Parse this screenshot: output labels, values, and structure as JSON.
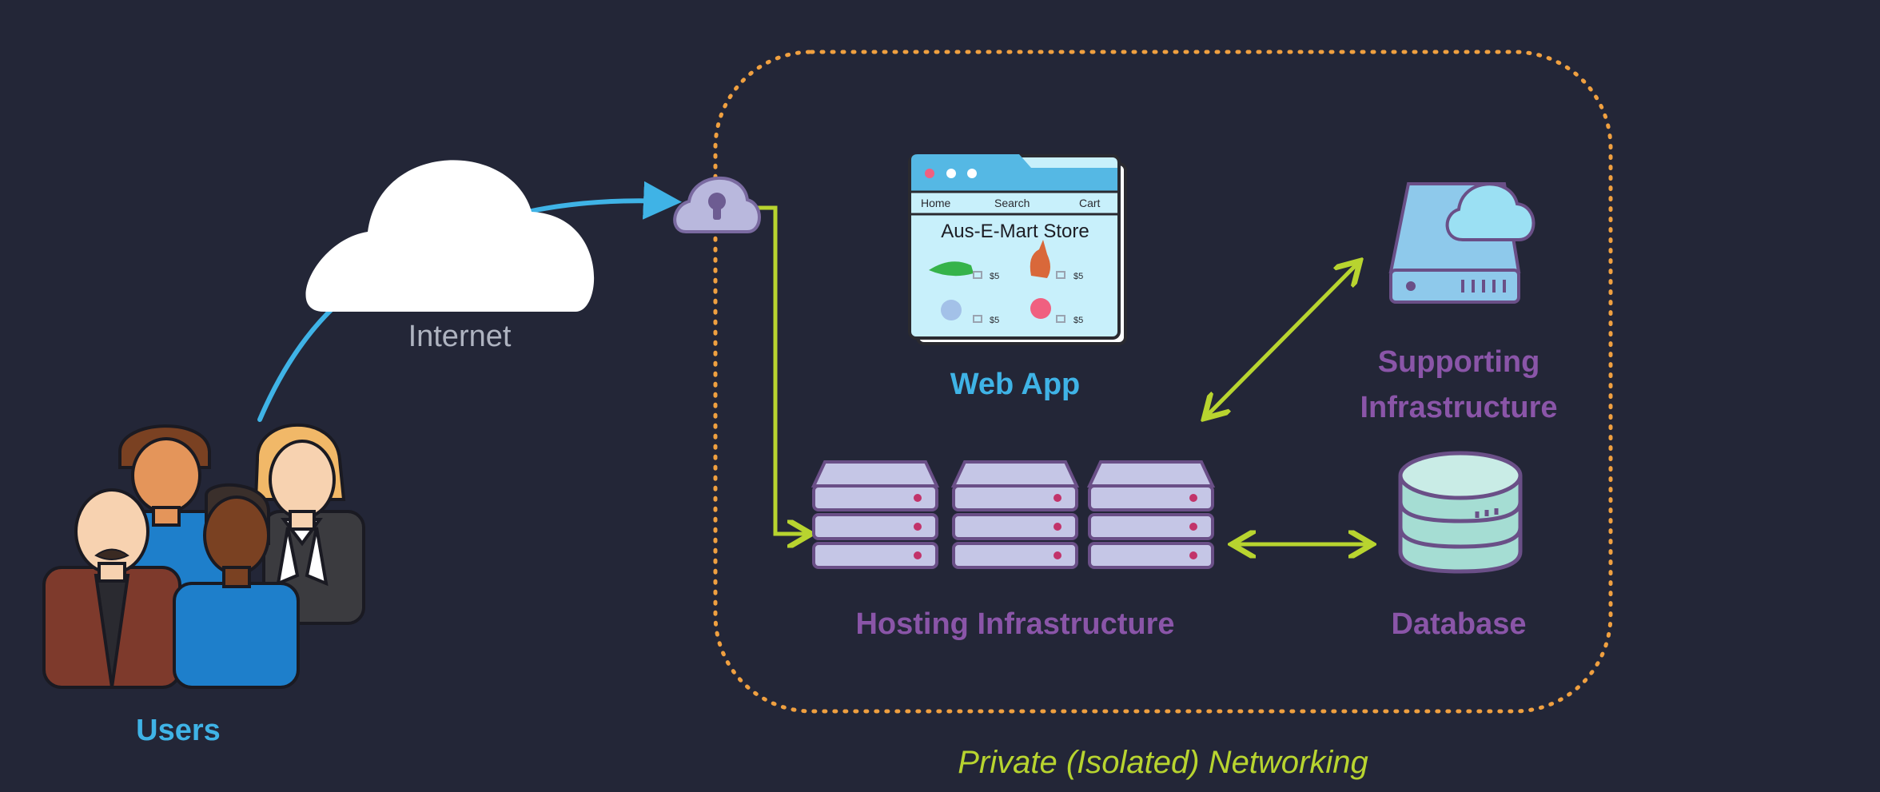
{
  "labels": {
    "users": "Users",
    "internet": "Internet",
    "web_app": "Web App",
    "hosting": "Hosting Infrastructure",
    "supporting": "Supporting Infrastructure",
    "database": "Database",
    "private_network": "Private (Isolated) Networking"
  },
  "web_app_window": {
    "nav": [
      "Home",
      "Search",
      "Cart"
    ],
    "title": "Aus-E-Mart Store",
    "price": "$5"
  },
  "icons": [
    "users-group-icon",
    "cloud-icon",
    "gateway-lock-icon",
    "browser-window-icon",
    "server-icon",
    "cloud-storage-icon",
    "database-icon"
  ],
  "colors": {
    "background": "#232637",
    "blue_accent": "#3fb3e6",
    "purple_label": "#8a55a8",
    "green_arrow": "#b8d42f",
    "orange_boundary": "#f0a040"
  }
}
